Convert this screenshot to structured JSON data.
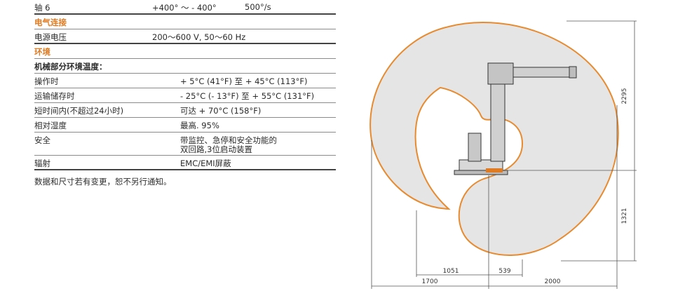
{
  "specs": {
    "axis6": {
      "label": "轴 6",
      "range": "+400° ～ - 400°",
      "speed": "500°/s"
    },
    "electrical_header": "电气连接",
    "voltage": {
      "label": "电源电压",
      "value": "200～600 V, 50～60 Hz"
    },
    "environment_header": "环境",
    "ambient_header": "机械部分环境温度：",
    "operation": {
      "label": "操作时",
      "value": "+ 5°C (41°F) 至 + 45°C (113°F)"
    },
    "transport": {
      "label": "运输储存时",
      "value": "- 25°C (- 13°F) 至 + 55°C (131°F)"
    },
    "short_term": {
      "label": "短时间内(不超过24小时)",
      "value": "可达 + 70°C (158°F)"
    },
    "humidity": {
      "label": "相对湿度",
      "value": "最高. 95%"
    },
    "safety": {
      "label": "安全",
      "value_line1": "带监控、急停和安全功能的",
      "value_line2": "双回路,3位启动装置"
    },
    "radiation": {
      "label": "辐射",
      "value": "EMC/EMI屏蔽"
    }
  },
  "note": "数据和尺寸若有变更，恕不另行通知。",
  "diagram": {
    "dim_2295": "2295",
    "dim_1321": "1321",
    "dim_1051": "1051",
    "dim_539": "539",
    "dim_1700": "1700",
    "dim_2000": "2000",
    "colors": {
      "envelope_stroke": "#e88a2e",
      "envelope_fill": "#e5e5e5",
      "robot_accent": "#e07b22"
    }
  }
}
